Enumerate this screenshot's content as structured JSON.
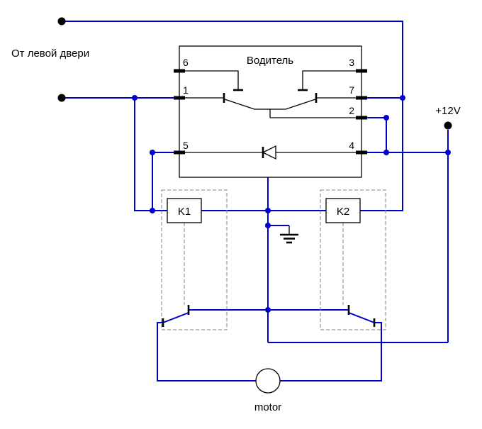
{
  "diagram": {
    "labels": {
      "from_left_door": "От левой двери",
      "driver_unit": "Водитель",
      "supply": "+12V",
      "relay1": "K1",
      "relay2": "K2",
      "motor": "motor"
    },
    "pins": {
      "p6": "6",
      "p1": "1",
      "p5": "5",
      "p3": "3",
      "p7": "7",
      "p2": "2",
      "p4": "4"
    },
    "symbols": [
      "terminal-dot",
      "switch-contact",
      "diode",
      "relay-coil",
      "relay-contact",
      "ground",
      "motor"
    ]
  },
  "colors": {
    "wire": "#0000cc",
    "component": "#000000",
    "dashed": "#808080",
    "text": "#000000",
    "background": "#ffffff"
  }
}
